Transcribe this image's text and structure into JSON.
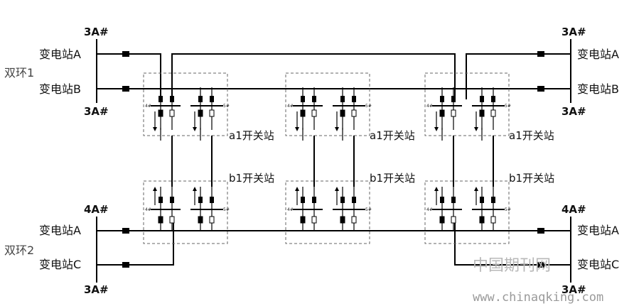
{
  "left": {
    "ring1": {
      "label": "双环1",
      "bus_top": "3A#",
      "bus_bottom": "3A#",
      "station_a": "变电站A",
      "station_b": "变电站B"
    },
    "ring2": {
      "label": "双环2",
      "bus_top": "4A#",
      "bus_bottom": "3A#",
      "station_a": "变电站A",
      "station_c": "变电站C"
    }
  },
  "right": {
    "ring1": {
      "bus_top": "3A#",
      "bus_bottom": "3A#",
      "station_a": "变电站A",
      "station_b": "变电站B"
    },
    "ring2": {
      "bus_top": "4A#",
      "bus_bottom": "3A#",
      "station_a": "变电站A",
      "station_c": "变电站C"
    }
  },
  "switch_stations": {
    "upper_label": "a1开关站",
    "lower_label": "b1开关站",
    "bus_left": "4#",
    "bus_right": "5#",
    "count": 3
  },
  "watermark": {
    "chinese": "中国期刊网",
    "url": "www.chinaqking.com"
  }
}
